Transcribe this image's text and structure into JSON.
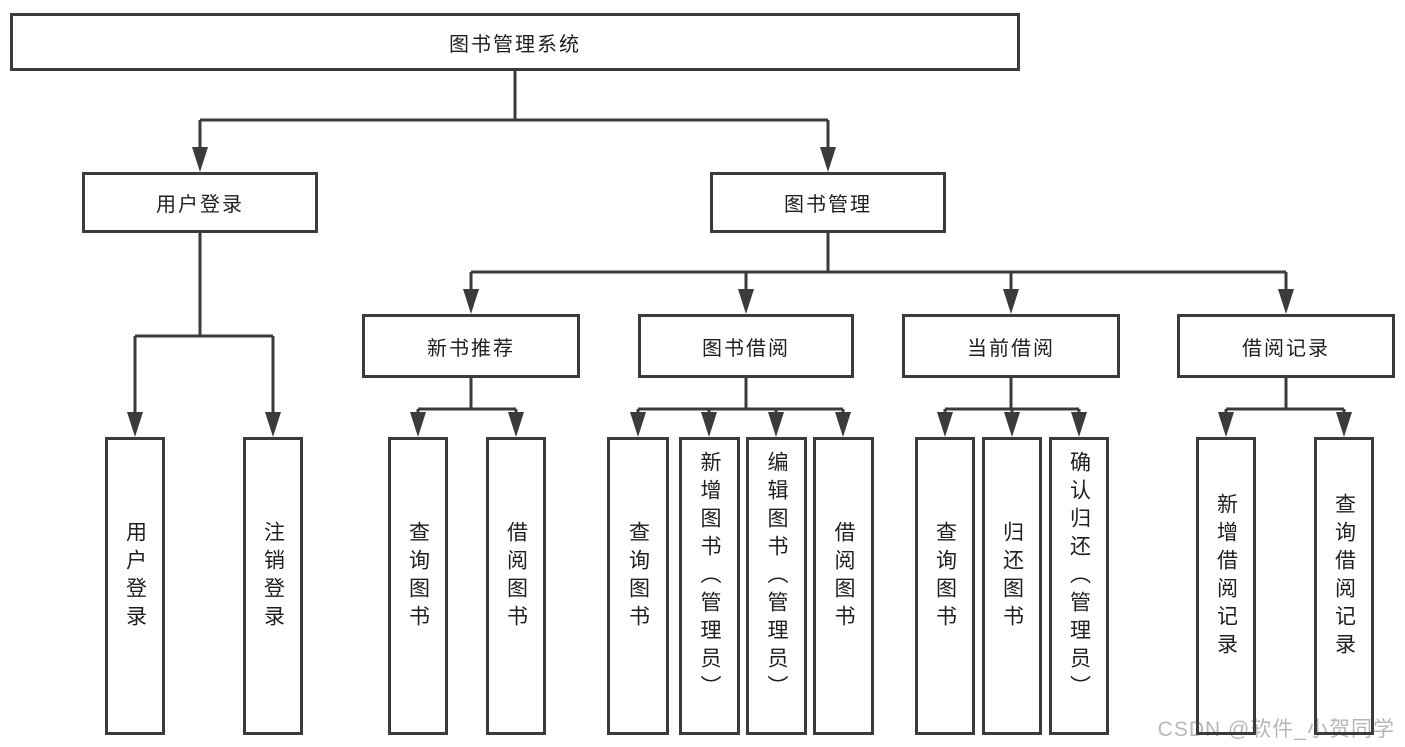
{
  "diagram": {
    "title": "图书管理系统",
    "type": "hierarchy-tree",
    "colors": {
      "line": "#3b3b3b",
      "box_border": "#3b3b3b",
      "text": "#1f1f1f",
      "background": "#ffffff",
      "watermark": "#b4b8be"
    },
    "tree": {
      "root": {
        "label": "图书管理系统",
        "children": [
          {
            "label": "用户登录",
            "children": [
              {
                "label": "用户登录"
              },
              {
                "label": "注销登录"
              }
            ]
          },
          {
            "label": "图书管理",
            "children": [
              {
                "label": "新书推荐",
                "children": [
                  {
                    "label": "查询图书"
                  },
                  {
                    "label": "借阅图书"
                  }
                ]
              },
              {
                "label": "图书借阅",
                "children": [
                  {
                    "label": "查询图书"
                  },
                  {
                    "label": "新增图书（管理员）"
                  },
                  {
                    "label": "编辑图书（管理员）"
                  },
                  {
                    "label": "借阅图书"
                  }
                ]
              },
              {
                "label": "当前借阅",
                "children": [
                  {
                    "label": "查询图书"
                  },
                  {
                    "label": "归还图书"
                  },
                  {
                    "label": "确认归还（管理员）"
                  }
                ]
              },
              {
                "label": "借阅记录",
                "children": [
                  {
                    "label": "新增借阅记录"
                  },
                  {
                    "label": "查询借阅记录"
                  }
                ]
              }
            ]
          }
        ]
      }
    }
  },
  "watermark": {
    "text": "CSDN @软件_小贺同学"
  }
}
